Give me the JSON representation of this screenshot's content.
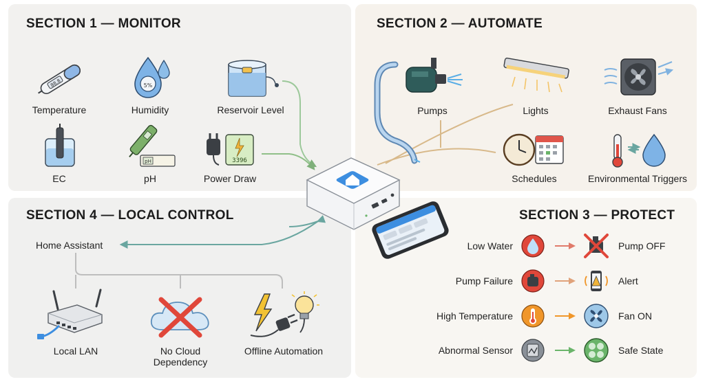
{
  "section1": {
    "title": "SECTION 1 — MONITOR",
    "items": [
      "Temperature",
      "Humidity",
      "Reservoir Level",
      "EC",
      "pH",
      "Power Draw"
    ]
  },
  "section2": {
    "title": "SECTION 2 — AUTOMATE",
    "items": [
      "Pumps",
      "Lights",
      "Exhaust Fans",
      "Schedules",
      "Environmental Triggers"
    ]
  },
  "section3": {
    "title": "SECTION 3 — PROTECT",
    "rules": [
      {
        "trigger": "Low Water",
        "action": "Pump OFF"
      },
      {
        "trigger": "Pump Failure",
        "action": "Alert"
      },
      {
        "trigger": "High Temperature",
        "action": "Fan ON"
      },
      {
        "trigger": "Abnormal Sensor",
        "action": "Safe State"
      }
    ]
  },
  "section4": {
    "title": "SECTION 4 — LOCAL CONTROL",
    "hub_label": "Home Assistant",
    "items": [
      "Local LAN",
      "No Cloud\nDependency",
      "Offline Automation"
    ]
  },
  "icon_text": {
    "hygrometer": "5%",
    "ph_meter": "pH",
    "power_meter": "3396"
  },
  "colors": {
    "monitor_arrow": "#7fb07a",
    "automate_arrow": "#d8b98a",
    "local_arrow": "#6aaa7a",
    "hub_blue": "#3d8ee0",
    "protect_red": "#e0473a",
    "protect_orange": "#f0962a",
    "protect_green": "#6ab46a"
  }
}
